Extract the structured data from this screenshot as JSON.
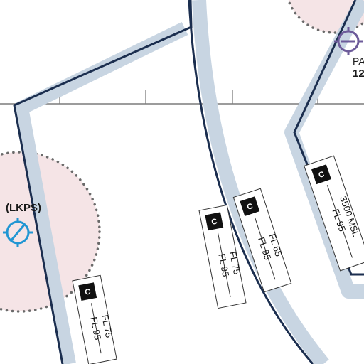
{
  "colors": {
    "background": "#ffffff",
    "corridor": "#c8d5e2",
    "route_line": "#1b2e4f",
    "zone_fill": "#f2dde0",
    "zone_dots": "#6a6a6a",
    "grid_line": "#7c7c7c",
    "airport_blue": "#2196d3",
    "airport_purple": "#6d5b9a",
    "badge_fill": "#111111"
  },
  "airports": {
    "lkps": {
      "label": "(LKPS)",
      "icon": "airport-marker-icon"
    },
    "pa": {
      "label_fragment": "PA",
      "code_fragment": "12",
      "icon": "airport-marker-icon"
    }
  },
  "route_boxes": {
    "box1": {
      "class": "C",
      "upper": "FL 95",
      "lower": "FL 75"
    },
    "box2": {
      "class": "C",
      "upper": "FL 95",
      "lower": "FL 75"
    },
    "box3": {
      "class": "C",
      "upper": "FL 95",
      "lower": "FL 65"
    },
    "box4": {
      "class": "C",
      "upper": "FL 95",
      "lower": "3500 MSL"
    }
  }
}
